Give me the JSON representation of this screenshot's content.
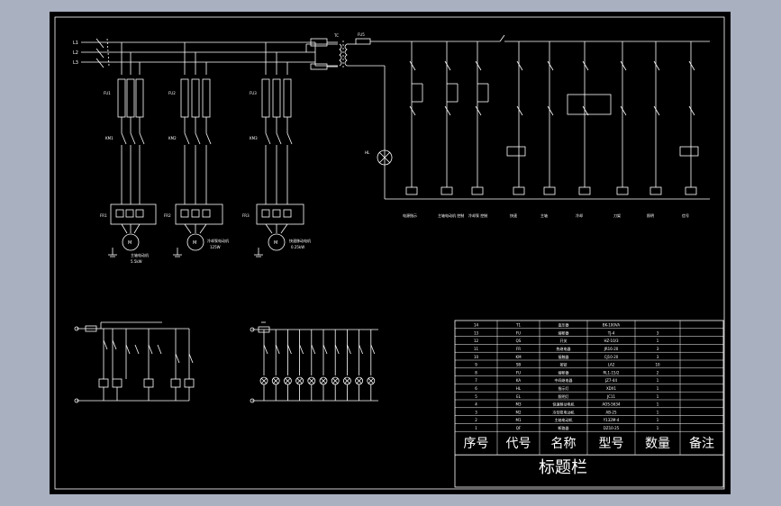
{
  "canvas": {
    "background": "#a9b0c0",
    "sheet_bg": "#000000",
    "line_color": "#ffffff"
  },
  "phase_labels": [
    "L1",
    "L2",
    "L3"
  ],
  "breakers": [
    "FU1",
    "FU2",
    "FU3"
  ],
  "contactors": [
    "KM1",
    "KM2",
    "KM3"
  ],
  "overloads": [
    "FR1",
    "FR2",
    "FR3"
  ],
  "motors": [
    {
      "label": "M",
      "caption": "主轴电动机",
      "rating": "5.5kW"
    },
    {
      "label": "M",
      "caption": "冷却泵电动机",
      "rating": "125W"
    },
    {
      "label": "M",
      "caption": "快速移动电机",
      "rating": "0.25kW"
    }
  ],
  "control": {
    "transformer": "TC",
    "fuse": "FU5",
    "lamp": "HL",
    "bottom_labels": [
      "电源指示",
      "主轴电动机 控制",
      "冷却泵 控制",
      "快速",
      "主轴",
      "冷却",
      "刀架",
      "照明",
      "信号"
    ]
  },
  "title_block": {
    "caption": "标题栏",
    "headers": [
      "序号",
      "代号",
      "名称",
      "型号",
      "数量",
      "备注"
    ],
    "rows": [
      [
        "14",
        "T1",
        "变压器",
        "BK-100VA",
        ""
      ],
      [
        "13",
        "FU",
        "熔断器",
        "TJ-4",
        "3"
      ],
      [
        "12",
        "QS",
        "开关",
        "HZ-10/3",
        "1"
      ],
      [
        "11",
        "FR",
        "热继电器",
        "JR16-20",
        "3"
      ],
      [
        "10",
        "KM",
        "接触器",
        "CJ10-20",
        "3"
      ],
      [
        "9",
        "SB",
        "按钮",
        "LA2",
        "10"
      ],
      [
        "8",
        "FU",
        "熔断器",
        "RL1-15/2",
        "2"
      ],
      [
        "7",
        "KA",
        "中间继电器",
        "JZ7-44",
        "1"
      ],
      [
        "6",
        "HL",
        "指示灯",
        "XDX1",
        "1"
      ],
      [
        "5",
        "EL",
        "照明灯",
        "JC11",
        "1"
      ],
      [
        "4",
        "M3",
        "快速移动电机",
        "AOS-5634",
        "1"
      ],
      [
        "3",
        "M2",
        "冷却泵电动机",
        "AB-25",
        "1"
      ],
      [
        "2",
        "M1",
        "主轴电动机",
        "Y132M-4",
        "1"
      ],
      [
        "1",
        "QF",
        "断路器",
        "DZ10-25",
        "1"
      ]
    ]
  }
}
